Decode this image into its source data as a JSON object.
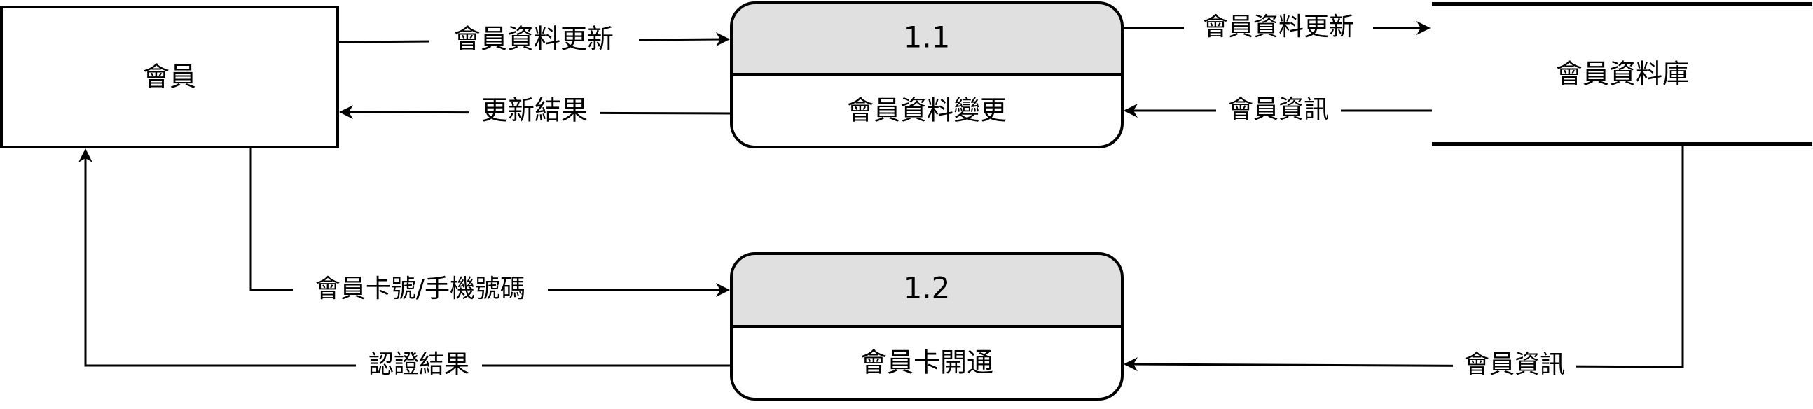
{
  "entity": {
    "label": "會員"
  },
  "process_1": {
    "number": "1.1",
    "name": "會員資料變更"
  },
  "process_2": {
    "number": "1.2",
    "name": "會員卡開通"
  },
  "datastore": {
    "label": "會員資料庫"
  },
  "flows": {
    "member_to_p1": "會員資料更新",
    "p1_to_member": "更新結果",
    "p1_to_store": "會員資料更新",
    "store_to_p1": "會員資訊",
    "member_to_p2": "會員卡號/手機號碼",
    "p2_to_member": "認證結果",
    "store_to_p2": "會員資訊"
  },
  "colors": {
    "line": "#000000",
    "process_header": "#e0e0e0",
    "background": "#ffffff"
  }
}
